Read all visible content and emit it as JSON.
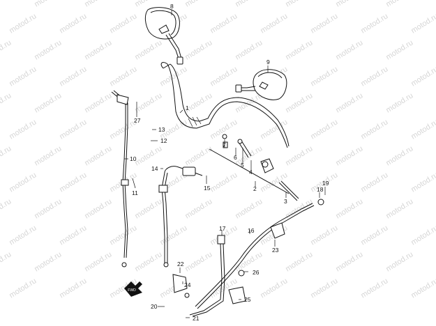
{
  "watermark": {
    "text": "motod.ru",
    "color": "#d6d6d6"
  },
  "fwd_label": "FWD",
  "callouts": [
    {
      "id": "c1",
      "label": "1"
    },
    {
      "id": "c2",
      "label": "2"
    },
    {
      "id": "c3",
      "label": "3"
    },
    {
      "id": "c4",
      "label": "4"
    },
    {
      "id": "c5",
      "label": "5"
    },
    {
      "id": "c6",
      "label": "6"
    },
    {
      "id": "c7",
      "label": "7"
    },
    {
      "id": "c8",
      "label": "8"
    },
    {
      "id": "c9",
      "label": "9"
    },
    {
      "id": "c10",
      "label": "10"
    },
    {
      "id": "c11",
      "label": "11"
    },
    {
      "id": "c12",
      "label": "12"
    },
    {
      "id": "c13",
      "label": "13"
    },
    {
      "id": "c14",
      "label": "14"
    },
    {
      "id": "c15",
      "label": "15"
    },
    {
      "id": "c16",
      "label": "16"
    },
    {
      "id": "c17",
      "label": "17"
    },
    {
      "id": "c18",
      "label": "18"
    },
    {
      "id": "c19",
      "label": "19"
    },
    {
      "id": "c20",
      "label": "20"
    },
    {
      "id": "c21",
      "label": "21"
    },
    {
      "id": "c22",
      "label": "22"
    },
    {
      "id": "c23",
      "label": "23"
    },
    {
      "id": "c24",
      "label": "24"
    },
    {
      "id": "c25",
      "label": "25"
    },
    {
      "id": "c26",
      "label": "26"
    },
    {
      "id": "c27",
      "label": "27"
    }
  ]
}
